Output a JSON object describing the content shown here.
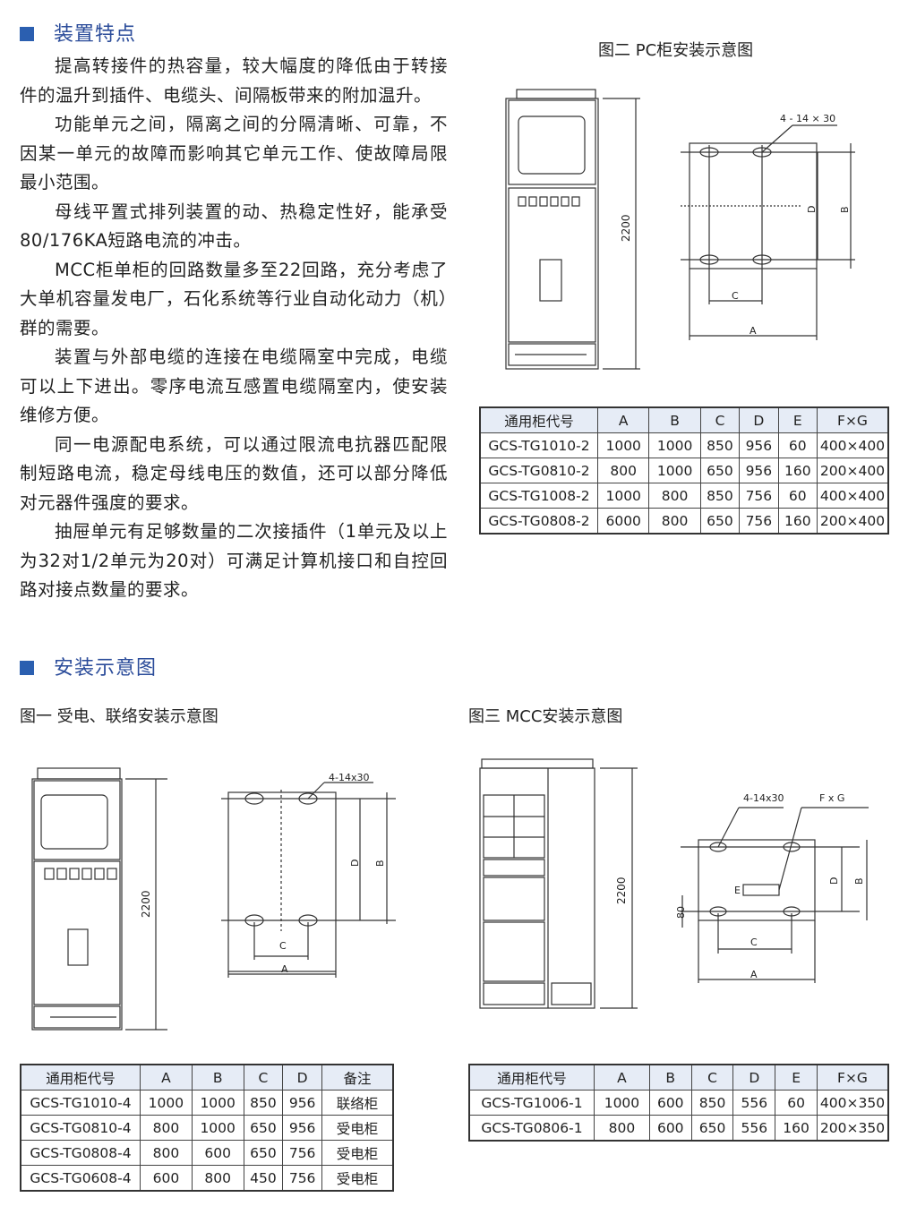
{
  "section1": {
    "title": "装置特点",
    "paragraphs": [
      "提高转接件的热容量，较大幅度的降低由于转接件的温升到插件、电缆头、间隔板带来的附加温升。",
      "功能单元之间，隔离之间的分隔清晰、可靠，不因某一单元的故障而影响其它单元工作、使故障局限最小范围。",
      "母线平置式排列装置的动、热稳定性好，能承受80/176KA短路电流的冲击。",
      "MCC柜单柜的回路数量多至22回路，充分考虑了大单机容量发电厂，石化系统等行业自动化动力（机）群的需要。",
      "装置与外部电缆的连接在电缆隔室中完成，电缆可以上下进出。零序电流互感置电缆隔室内，使安装维修方便。",
      "同一电源配电系统，可以通过限流电抗器匹配限制短路电流，稳定母线电压的数值，还可以部分降低对元器件强度的要求。",
      "抽屉单元有足够数量的二次接插件（1单元及以上为32对1/2单元为20对）可满足计算机接口和自控回路对接点数量的要求。"
    ]
  },
  "section2": {
    "title": "安装示意图"
  },
  "fig2": {
    "title": "图二  PC柜安装示意图",
    "height_label": "2200",
    "hole_label": "4 - 14 × 30",
    "dims": {
      "A": "A",
      "B": "B",
      "C": "C",
      "D": "D"
    },
    "table": {
      "headers": [
        "通用柜代号",
        "A",
        "B",
        "C",
        "D",
        "E",
        "F×G"
      ],
      "rows": [
        [
          "GCS-TG1010-2",
          "1000",
          "1000",
          "850",
          "956",
          "60",
          "400×400"
        ],
        [
          "GCS-TG0810-2",
          "800",
          "1000",
          "650",
          "956",
          "160",
          "200×400"
        ],
        [
          "GCS-TG1008-2",
          "1000",
          "800",
          "850",
          "756",
          "60",
          "400×400"
        ],
        [
          "GCS-TG0808-2",
          "6000",
          "800",
          "650",
          "756",
          "160",
          "200×400"
        ]
      ]
    }
  },
  "fig1": {
    "title": "图一  受电、联络安装示意图",
    "height_label": "2200",
    "hole_label": "4-14x30",
    "dims": {
      "A": "A",
      "B": "B",
      "C": "C",
      "D": "D"
    },
    "table": {
      "headers": [
        "通用柜代号",
        "A",
        "B",
        "C",
        "D",
        "备注"
      ],
      "rows": [
        [
          "GCS-TG1010-4",
          "1000",
          "1000",
          "850",
          "956",
          "联络柜"
        ],
        [
          "GCS-TG0810-4",
          "800",
          "1000",
          "650",
          "956",
          "受电柜"
        ],
        [
          "GCS-TG0808-4",
          "800",
          "600",
          "650",
          "756",
          "受电柜"
        ],
        [
          "GCS-TG0608-4",
          "600",
          "800",
          "450",
          "756",
          "受电柜"
        ]
      ]
    }
  },
  "fig3": {
    "title": "图三  MCC安装示意图",
    "height_label": "2200",
    "hole_label": "4-14x30",
    "fg_label": "F x G",
    "e_label": "E",
    "side_label": "80",
    "dims": {
      "A": "A",
      "B": "B",
      "C": "C",
      "D": "D"
    },
    "table": {
      "headers": [
        "通用柜代号",
        "A",
        "B",
        "C",
        "D",
        "E",
        "F×G"
      ],
      "rows": [
        [
          "GCS-TG1006-1",
          "1000",
          "600",
          "850",
          "556",
          "60",
          "400×350"
        ],
        [
          "GCS-TG0806-1",
          "800",
          "600",
          "650",
          "556",
          "160",
          "200×350"
        ]
      ]
    }
  },
  "colors": {
    "accent": "#2b5fb0",
    "title_text": "#2b4c9a",
    "table_header_bg": "#e6ecf6"
  }
}
